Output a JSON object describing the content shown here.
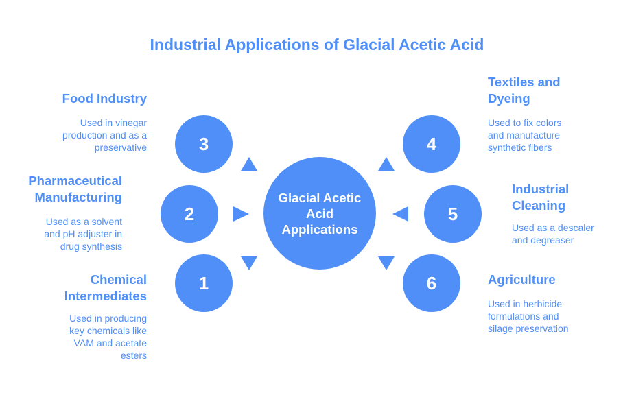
{
  "title": "Industrial Applications of Glacial Acetic Acid",
  "center": {
    "label": "Glacial Acetic\nAcid\nApplications"
  },
  "items": [
    {
      "number": "1",
      "heading": "Chemical\nIntermediates",
      "description": "Used in producing\nkey chemicals like\nVAM and acetate\nesters"
    },
    {
      "number": "2",
      "heading": "Pharmaceutical\nManufacturing",
      "description": "Used as a solvent\nand pH adjuster in\ndrug synthesis"
    },
    {
      "number": "3",
      "heading": "Food Industry",
      "description": "Used in vinegar\nproduction and as a\npreservative"
    },
    {
      "number": "4",
      "heading": "Textiles and\nDyeing",
      "description": "Used to fix colors\nand manufacture\nsynthetic fibers"
    },
    {
      "number": "5",
      "heading": "Industrial\nCleaning",
      "description": "Used as a descaler\nand degreaser"
    },
    {
      "number": "6",
      "heading": "Agriculture",
      "description": "Used in herbicide\nformulations and\nsilage preservation"
    }
  ],
  "colors": {
    "accent": "#4f8ff7",
    "background": "#ffffff"
  }
}
